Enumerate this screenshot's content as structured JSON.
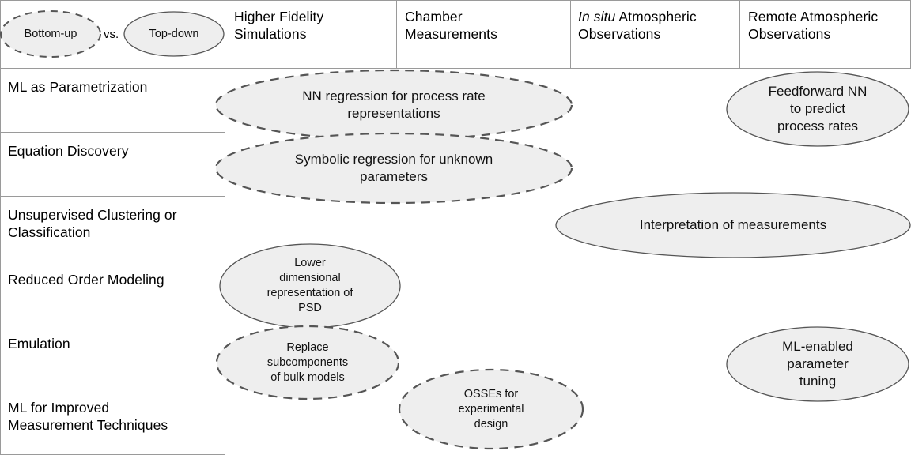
{
  "figure": {
    "type": "matrix-diagram",
    "legend": {
      "bottom_up_label": "Bottom-up",
      "vs_label": "vs.",
      "top_down_label": "Top-down",
      "bottom_up_style": "dashed",
      "top_down_style": "solid"
    },
    "colors": {
      "ellipse_fill": "#eeeeee",
      "ellipse_stroke": "#555555",
      "grid_line": "#9a9a9a",
      "text": "#000000",
      "background": "#ffffff"
    },
    "columns": [
      {
        "id": "row-label",
        "label": ""
      },
      {
        "id": "higher-fidelity-simulations",
        "label": "Higher Fidelity\nSimulations"
      },
      {
        "id": "chamber-measurements",
        "label": "Chamber\nMeasurements"
      },
      {
        "id": "in-situ-atmospheric-observations",
        "label_italic": "In situ",
        "label_rest": " Atmospheric",
        "label_line2": "Observations"
      },
      {
        "id": "remote-atmospheric-observations",
        "label": "Remote Atmospheric\nObservations"
      }
    ],
    "rows": [
      {
        "id": "ml-as-parametrization",
        "label": "ML as Parametrization"
      },
      {
        "id": "equation-discovery",
        "label": "Equation Discovery"
      },
      {
        "id": "unsupervised-clustering-or-classification",
        "label": "Unsupervised Clustering or\nClassification"
      },
      {
        "id": "reduced-order-modeling",
        "label": "Reduced Order Modeling"
      },
      {
        "id": "emulation",
        "label": "Emulation"
      },
      {
        "id": "ml-for-improved-measurement-techniques",
        "label": "ML for Improved\nMeasurement Techniques"
      }
    ],
    "ellipses": [
      {
        "id": "nn-regression-for-process-rate-representations",
        "text": "NN regression for process rate\nrepresentations",
        "style": "dashed",
        "row": "ml-as-parametrization",
        "columns": [
          "higher-fidelity-simulations",
          "chamber-measurements"
        ]
      },
      {
        "id": "feedforward-nn-to-predict-process-rates",
        "text": "Feedforward NN\nto predict\nprocess rates",
        "style": "solid",
        "row": "ml-as-parametrization",
        "columns": [
          "remote-atmospheric-observations"
        ]
      },
      {
        "id": "symbolic-regression-for-unknown-parameters",
        "text": "Symbolic regression for unknown\nparameters",
        "style": "dashed",
        "row": "equation-discovery",
        "columns": [
          "higher-fidelity-simulations",
          "chamber-measurements"
        ]
      },
      {
        "id": "interpretation-of-measurements",
        "text": "Interpretation of measurements",
        "style": "solid",
        "row": "unsupervised-clustering-or-classification",
        "columns": [
          "in-situ-atmospheric-observations",
          "remote-atmospheric-observations"
        ]
      },
      {
        "id": "lower-dimensional-representation-of-psd",
        "text": "Lower\ndimensional\nrepresentation of\nPSD",
        "style": "solid",
        "row": "reduced-order-modeling",
        "columns": [
          "higher-fidelity-simulations"
        ]
      },
      {
        "id": "replace-subcomponents-of-bulk-models",
        "text": "Replace\nsubcomponents\nof bulk models",
        "style": "dashed",
        "row": "emulation",
        "columns": [
          "higher-fidelity-simulations"
        ]
      },
      {
        "id": "ml-enabled-parameter-tuning",
        "text": "ML-enabled\nparameter\ntuning",
        "style": "solid",
        "row": "emulation",
        "columns": [
          "remote-atmospheric-observations"
        ]
      },
      {
        "id": "osses-for-experimental-design",
        "text": "OSSEs for\nexperimental\ndesign",
        "style": "dashed",
        "row": "ml-for-improved-measurement-techniques",
        "columns": [
          "chamber-measurements"
        ]
      }
    ]
  }
}
